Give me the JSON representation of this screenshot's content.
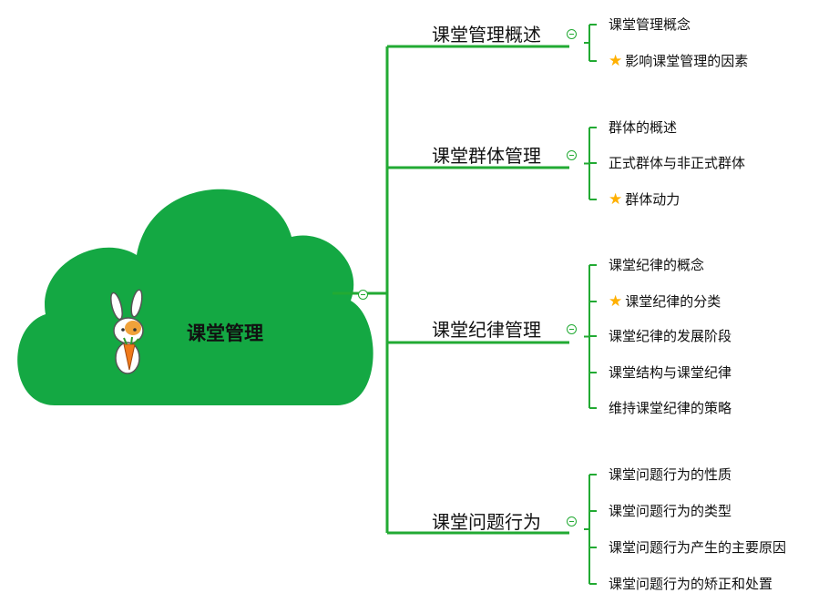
{
  "center": {
    "title": "课堂管理",
    "mascot_icon": "rabbit-with-carrot-icon"
  },
  "colors": {
    "cloud": "#14a843",
    "line": "#22aa33",
    "star": "#ffb000"
  },
  "branches": [
    {
      "label": "课堂管理概述",
      "leaves": [
        {
          "label": "课堂管理概念",
          "star": false
        },
        {
          "label": "影响课堂管理的因素",
          "star": true
        }
      ]
    },
    {
      "label": "课堂群体管理",
      "leaves": [
        {
          "label": "群体的概述",
          "star": false
        },
        {
          "label": "正式群体与非正式群体",
          "star": false
        },
        {
          "label": "群体动力",
          "star": true
        }
      ]
    },
    {
      "label": "课堂纪律管理",
      "leaves": [
        {
          "label": "课堂纪律的概念",
          "star": false
        },
        {
          "label": "课堂纪律的分类",
          "star": true
        },
        {
          "label": "课堂纪律的发展阶段",
          "star": false
        },
        {
          "label": "课堂结构与课堂纪律",
          "star": false
        },
        {
          "label": "维持课堂纪律的策略",
          "star": false
        }
      ]
    },
    {
      "label": "课堂问题行为",
      "leaves": [
        {
          "label": "课堂问题行为的性质",
          "star": false
        },
        {
          "label": "课堂问题行为的类型",
          "star": false
        },
        {
          "label": "课堂问题行为产生的主要原因",
          "star": false
        },
        {
          "label": "课堂问题行为的矫正和处置",
          "star": false
        }
      ]
    }
  ]
}
